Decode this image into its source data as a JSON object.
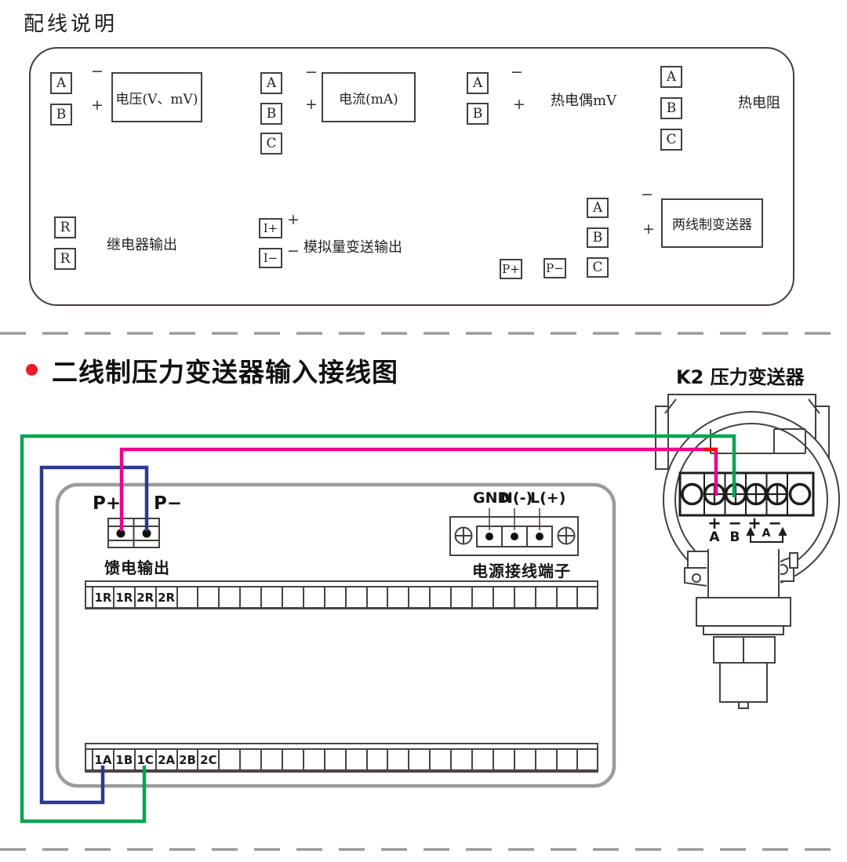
{
  "colors": {
    "line": "#45403d",
    "panel_gray": "#9b9b9b",
    "wire_green": "#00a651",
    "wire_magenta": "#ec008c",
    "wire_blue": "#2b3990",
    "wire_red": "#ff0000",
    "bullet_red": "#ed1c24"
  },
  "section1": {
    "title": "配线说明",
    "voltage": {
      "label": "电压(V、mV)",
      "t1": "A",
      "t2": "B",
      "minus": "−",
      "plus": "+"
    },
    "current": {
      "label": "电流(mA)",
      "t1": "A",
      "t2": "B",
      "t3": "C",
      "minus": "−",
      "plus": "+"
    },
    "thermocouple": {
      "label": "热电偶mV",
      "t1": "A",
      "t2": "B",
      "minus": "−",
      "plus": "+"
    },
    "rtd": {
      "label": "热电阻",
      "t1": "A",
      "t2": "B",
      "t3": "C"
    },
    "relay": {
      "label": "继电器输出",
      "t1": "R",
      "t2": "R"
    },
    "analog": {
      "label": "模拟量变送输出",
      "t1": "I+",
      "t2": "I−",
      "minus": "−",
      "plus": "+"
    },
    "twowire": {
      "label": "两线制变送器",
      "t1": "A",
      "t2": "B",
      "t3": "C",
      "p1": "P+",
      "p2": "P−",
      "minus": "−",
      "plus": "+"
    }
  },
  "section2": {
    "title": "二线制压力变送器输入接线图",
    "k2_label": "K2 压力变送器",
    "feed": {
      "label": "馈电输出",
      "p_plus": "P+",
      "p_minus": "P−"
    },
    "power": {
      "label": "电源接线端子",
      "gnd": "GND",
      "n": "N(-)",
      "l": "L(+)"
    },
    "strip_top": [
      "1R",
      "1R",
      "2R",
      "2R",
      "",
      "",
      "",
      "",
      "",
      "",
      "",
      "",
      "",
      "",
      "",
      "",
      "",
      "",
      "",
      "",
      "",
      "",
      "",
      ""
    ],
    "strip_bottom": [
      "1A",
      "1B",
      "1C",
      "2A",
      "2B",
      "2C",
      "",
      "",
      "",
      "",
      "",
      "",
      "",
      "",
      "",
      "",
      "",
      "",
      "",
      "",
      "",
      "",
      "",
      ""
    ],
    "xmtr_pins": {
      "s1": "+",
      "s2": "−",
      "s3": "+",
      "s4": "−",
      "a": "A",
      "b": "B",
      "bridge": "A"
    }
  }
}
